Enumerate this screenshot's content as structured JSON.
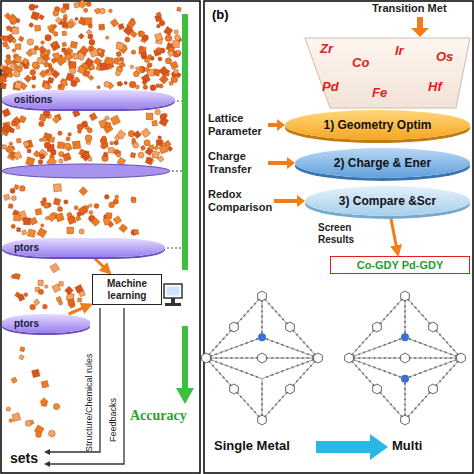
{
  "diagram": {
    "nodes": [
      {
        "text": [
          "ositions"
        ]
      },
      {
        "text": [
          "ptors"
        ]
      },
      {
        "text": [
          "ptors"
        ]
      },
      {
        "text": [
          "Machine learning"
        ]
      },
      {
        "text": [
          "1) Geometry Optim"
        ]
      },
      {
        "text": [
          "2) Charge & Ener"
        ]
      },
      {
        "text": [
          "3) Compare &Scr"
        ]
      },
      {
        "text": [
          "Co-GDY Pd-GDY"
        ]
      }
    ],
    "edges": [
      {
        "from": 1,
        "to": 3,
        "arrow": "to"
      },
      {
        "from": 2,
        "to": 3,
        "arrow": "to"
      },
      {
        "from": 6,
        "to": 7,
        "arrow": "to"
      }
    ],
    "labels": [
      "(b)",
      "Transition Met",
      "Zr",
      "Co",
      "Ir",
      "Os",
      "Hf",
      "Pd",
      "Fe",
      "Lattice Parameter",
      "Charge Transfer",
      "Redox Comparison",
      "Screen Results",
      "Single Metal",
      "Multi",
      "Accuracy",
      "sets",
      "Structure/Chemical rules",
      "Feedbacks"
    ]
  }
}
